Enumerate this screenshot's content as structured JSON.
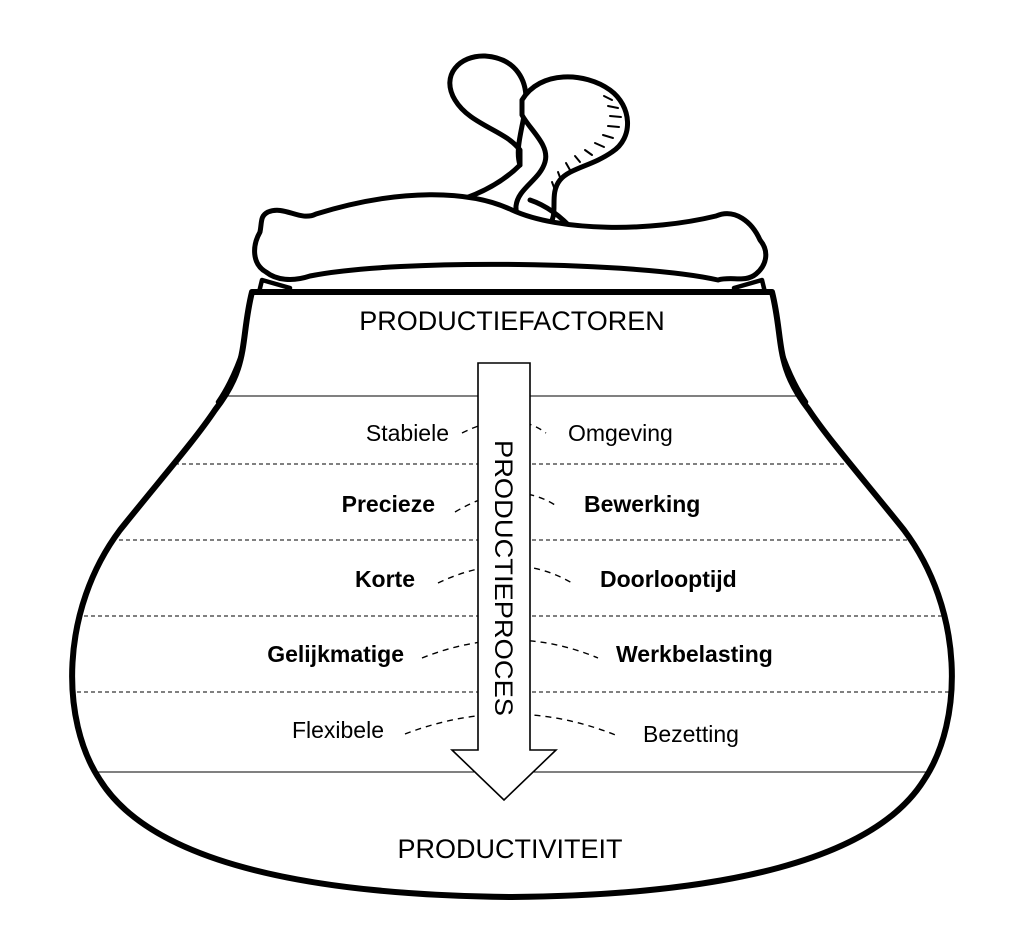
{
  "diagram": {
    "top_label": "PRODUCTIEFACTOREN",
    "bottom_label": "PRODUCTIVITEIT",
    "arrow_label": "PRODUCTIEPROCES",
    "rows": [
      {
        "left": "Stabiele",
        "right": "Omgeving",
        "emphasis": "regular"
      },
      {
        "left": "Precieze",
        "right": "Bewerking",
        "emphasis": "bold"
      },
      {
        "left": "Korte",
        "right": "Doorlooptijd",
        "emphasis": "bold"
      },
      {
        "left": "Gelijkmatige",
        "right": "Werkbelasting",
        "emphasis": "bold"
      },
      {
        "left": "Flexibele",
        "right": "Bezetting",
        "emphasis": "regular"
      }
    ]
  },
  "icons": {
    "purse": "coin-purse-icon",
    "clasp": "purse-clasp-icon",
    "arrow": "down-arrow-icon"
  },
  "colors": {
    "line": "#000000",
    "background": "#ffffff"
  }
}
